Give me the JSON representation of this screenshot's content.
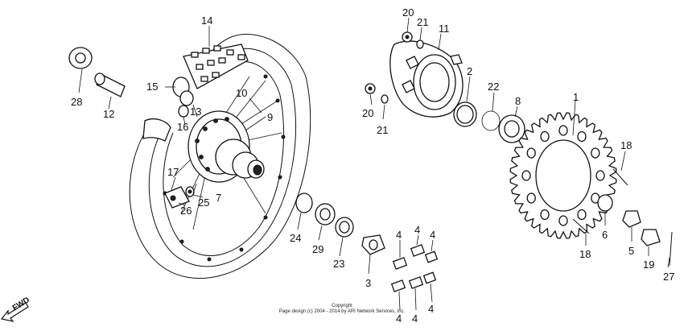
{
  "callouts": [
    {
      "id": "c1",
      "text": "1"
    },
    {
      "id": "c2",
      "text": "2"
    },
    {
      "id": "c3",
      "text": "3"
    },
    {
      "id": "c4a",
      "text": "4"
    },
    {
      "id": "c4b",
      "text": "4"
    },
    {
      "id": "c4c",
      "text": "4"
    },
    {
      "id": "c4d",
      "text": "4"
    },
    {
      "id": "c4e",
      "text": "4"
    },
    {
      "id": "c4f",
      "text": "4"
    },
    {
      "id": "c5",
      "text": "5"
    },
    {
      "id": "c6",
      "text": "6"
    },
    {
      "id": "c7",
      "text": "7"
    },
    {
      "id": "c8",
      "text": "8"
    },
    {
      "id": "c9",
      "text": "9"
    },
    {
      "id": "c10",
      "text": "10"
    },
    {
      "id": "c11",
      "text": "11"
    },
    {
      "id": "c12",
      "text": "12"
    },
    {
      "id": "c13",
      "text": "13"
    },
    {
      "id": "c14",
      "text": "14"
    },
    {
      "id": "c15",
      "text": "15"
    },
    {
      "id": "c16",
      "text": "16"
    },
    {
      "id": "c17",
      "text": "17"
    },
    {
      "id": "c18a",
      "text": "18"
    },
    {
      "id": "c18b",
      "text": "18"
    },
    {
      "id": "c19",
      "text": "19"
    },
    {
      "id": "c20a",
      "text": "20"
    },
    {
      "id": "c20b",
      "text": "20"
    },
    {
      "id": "c21a",
      "text": "21"
    },
    {
      "id": "c21b",
      "text": "21"
    },
    {
      "id": "c22",
      "text": "22"
    },
    {
      "id": "c23",
      "text": "23"
    },
    {
      "id": "c24",
      "text": "24"
    },
    {
      "id": "c25",
      "text": "25"
    },
    {
      "id": "c26",
      "text": "26"
    },
    {
      "id": "c27",
      "text": "27"
    },
    {
      "id": "c28",
      "text": "28"
    },
    {
      "id": "c29",
      "text": "29"
    }
  ],
  "fwd_label": "FWD",
  "copyright": {
    "line1": "Copyright",
    "line2": "Page design (c) 2004 - 2014 by ARI Network Services, Inc."
  }
}
